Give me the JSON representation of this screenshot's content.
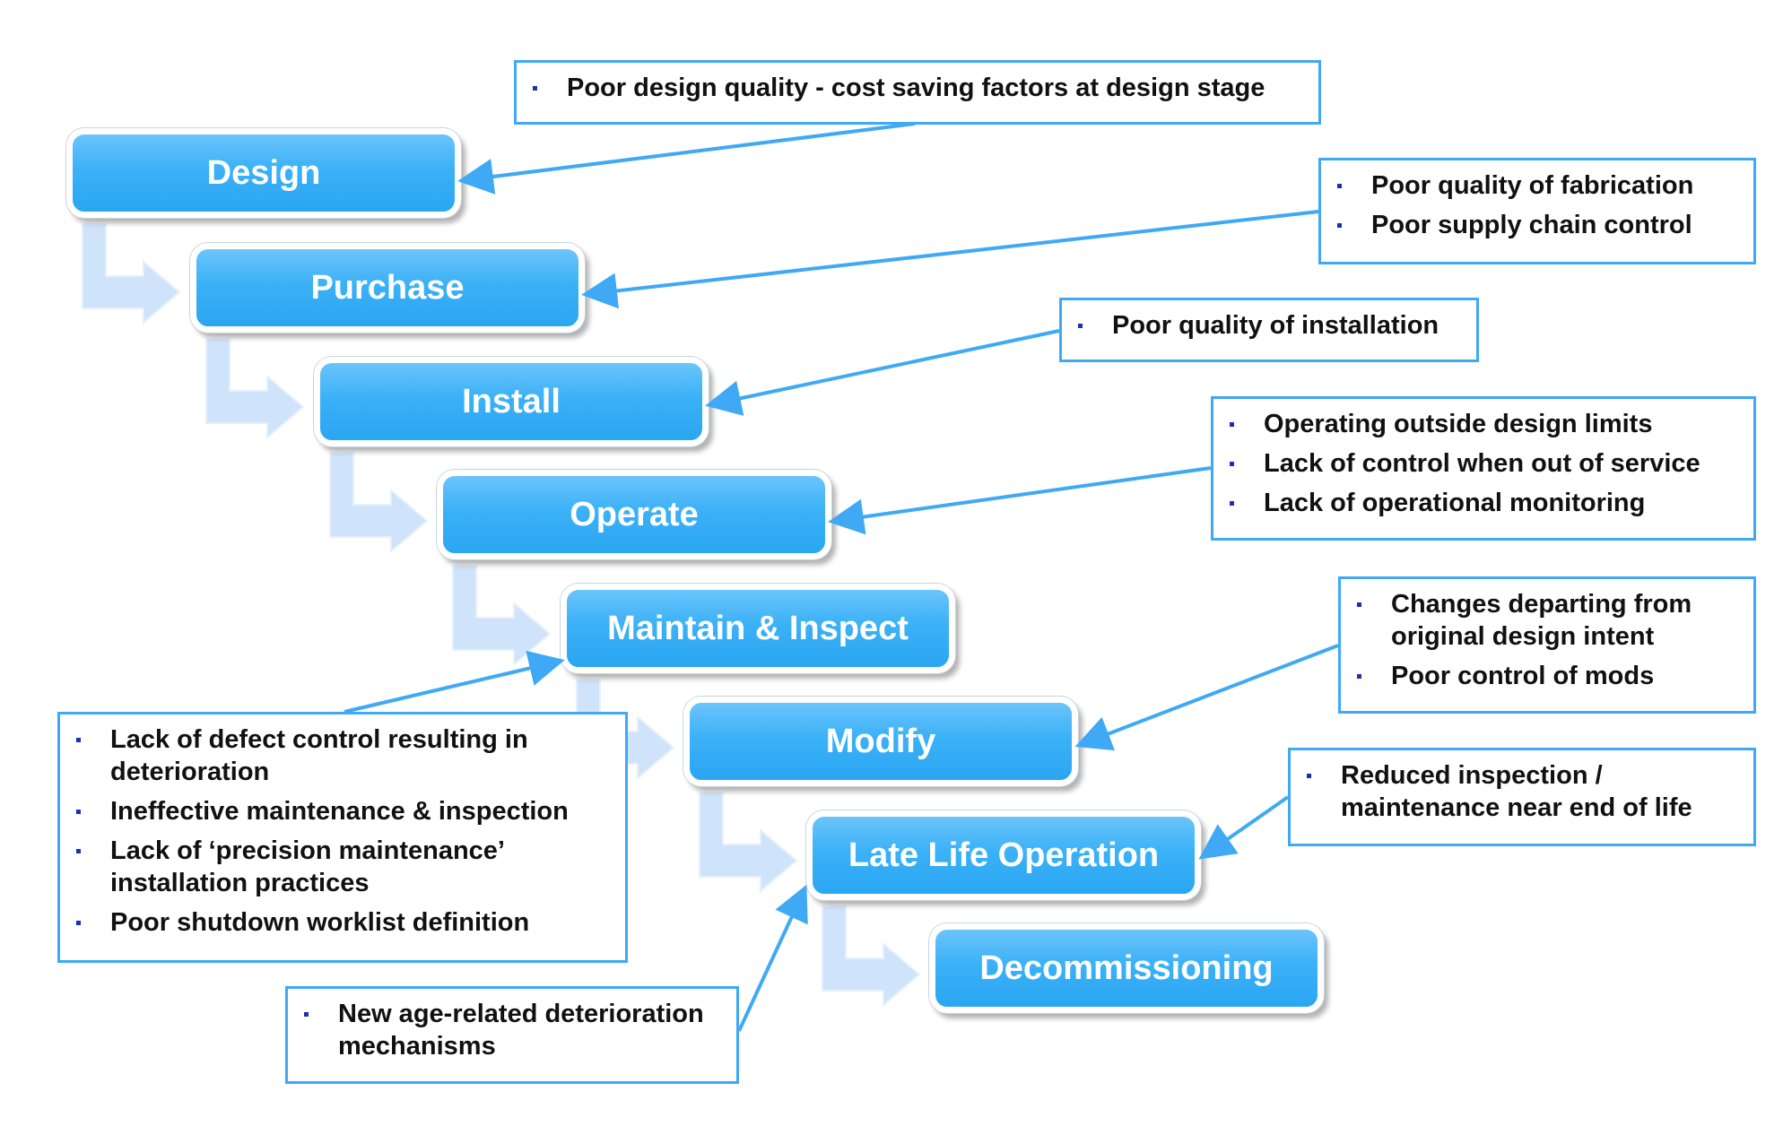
{
  "colors": {
    "stage_fill": "#3bb1f7",
    "note_border": "#3fa9f5",
    "connector": "#cfe3fb",
    "arrow": "#3fa9f5",
    "bullet": "#1b2fb3"
  },
  "stages": [
    {
      "label": "Design"
    },
    {
      "label": "Purchase"
    },
    {
      "label": "Install"
    },
    {
      "label": "Operate"
    },
    {
      "label": "Maintain & Inspect"
    },
    {
      "label": "Modify"
    },
    {
      "label": "Late Life Operation"
    },
    {
      "label": "Decommissioning"
    }
  ],
  "notes": {
    "design": [
      "Poor design quality - cost saving factors at design stage"
    ],
    "purchase": [
      "Poor quality of fabrication",
      "Poor supply chain control"
    ],
    "install": [
      "Poor quality of installation"
    ],
    "operate": [
      "Operating outside design limits",
      "Lack of control when out of service",
      "Lack of operational monitoring"
    ],
    "modify": [
      "Changes departing from original design intent",
      "Poor control of mods"
    ],
    "late_life": [
      "Reduced inspection / maintenance near end of life"
    ],
    "maintain": [
      "Lack of defect control resulting in deterioration",
      "Ineffective maintenance & inspection",
      "Lack of ‘precision maintenance’ installation practices",
      "Poor shutdown worklist definition"
    ],
    "age": [
      "New age-related deterioration mechanisms"
    ]
  }
}
